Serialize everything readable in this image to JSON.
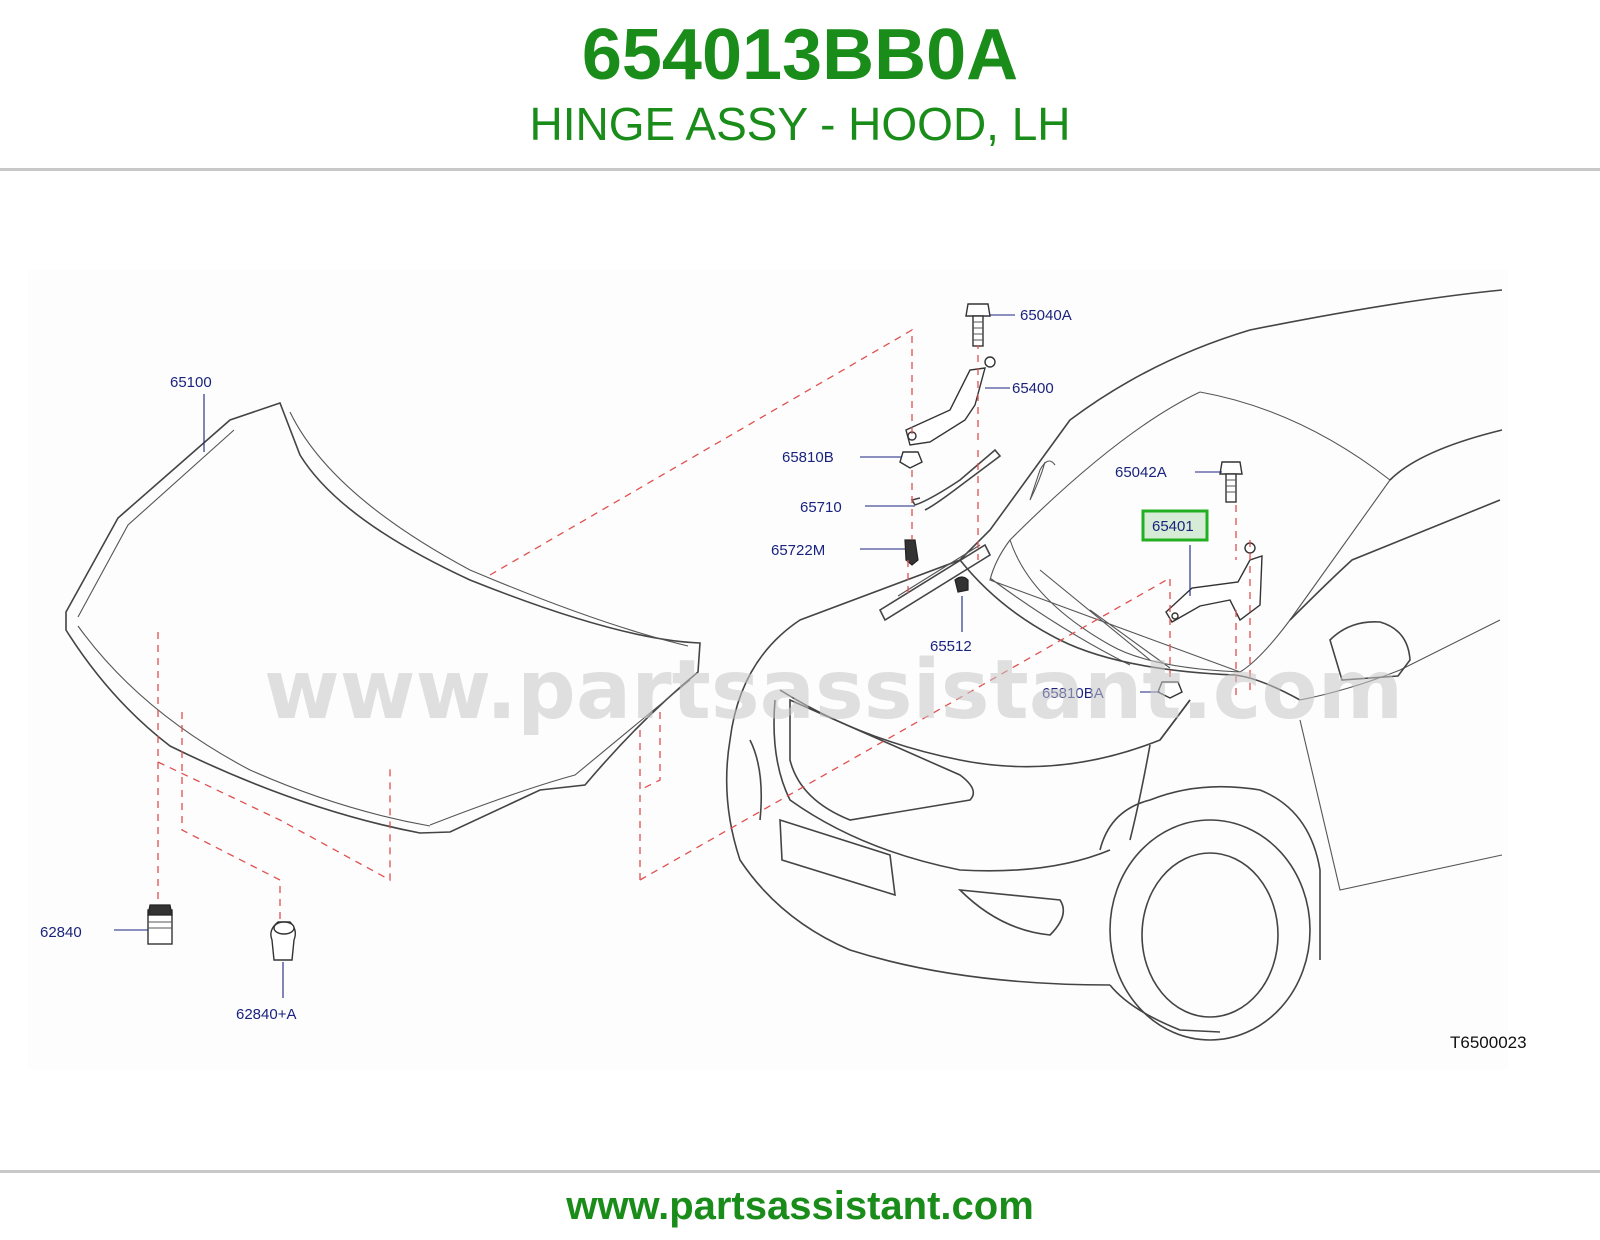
{
  "header": {
    "part_number": "654013BB0A",
    "part_name": "HINGE ASSY - HOOD, LH"
  },
  "diagram": {
    "callouts": {
      "c65100": "65100",
      "c65040A": "65040A",
      "c65400": "65400",
      "c65810B": "65810B",
      "c65710": "65710",
      "c65722M": "65722M",
      "c65512": "65512",
      "c65042A": "65042A",
      "c65401": "65401",
      "c65810BA": "65810BA",
      "c62840": "62840",
      "c62840A": "62840+A"
    },
    "highlighted_callout": "65401",
    "reference_code": "T6500023",
    "watermark": "www.partsassistant.com"
  },
  "footer": {
    "url": "www.partsassistant.com"
  },
  "colors": {
    "brand_green": "#1a8c1a",
    "callout_blue": "#1a237e",
    "dash_red": "#e05050",
    "highlight_green": "#22b022"
  }
}
